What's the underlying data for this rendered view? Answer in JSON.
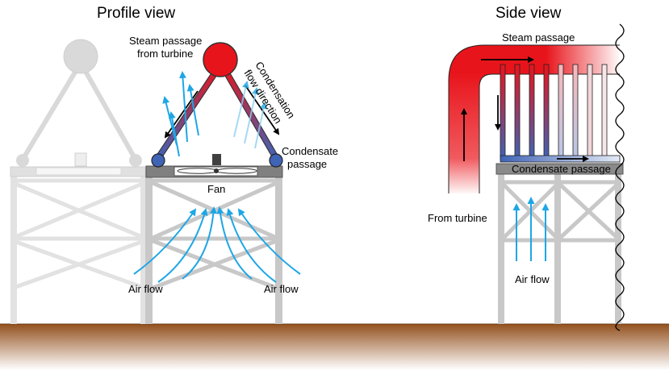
{
  "titles": {
    "profile": "Profile view",
    "side": "Side view"
  },
  "labels": {
    "steam_passage_profile_line1": "Steam passage",
    "steam_passage_profile_line2": "from turbine",
    "condensation_line1": "Condensation",
    "condensation_line2": "flow direction",
    "condensate_line1": "Condensate",
    "condensate_line2": "passage",
    "fan": "Fan",
    "air_flow_left": "Air flow",
    "air_flow_right": "Air flow",
    "steam_passage_side": "Steam passage",
    "condensate_passage_side": "Condensate passage",
    "from_turbine": "From turbine",
    "air_flow_side": "Air flow"
  },
  "colors": {
    "steam": "#e8141b",
    "condensate": "#3f63b5",
    "air": "#1ea6e6",
    "structure": "#c8c8c8",
    "structure_faded": "#e2e2e2",
    "ground_top": "#93511e",
    "ground_bottom": "#ffffff",
    "deck": "#808080"
  },
  "icons": {
    "fan": "fan-icon",
    "arrow": "arrow-icon",
    "break": "wavy-break-line"
  }
}
